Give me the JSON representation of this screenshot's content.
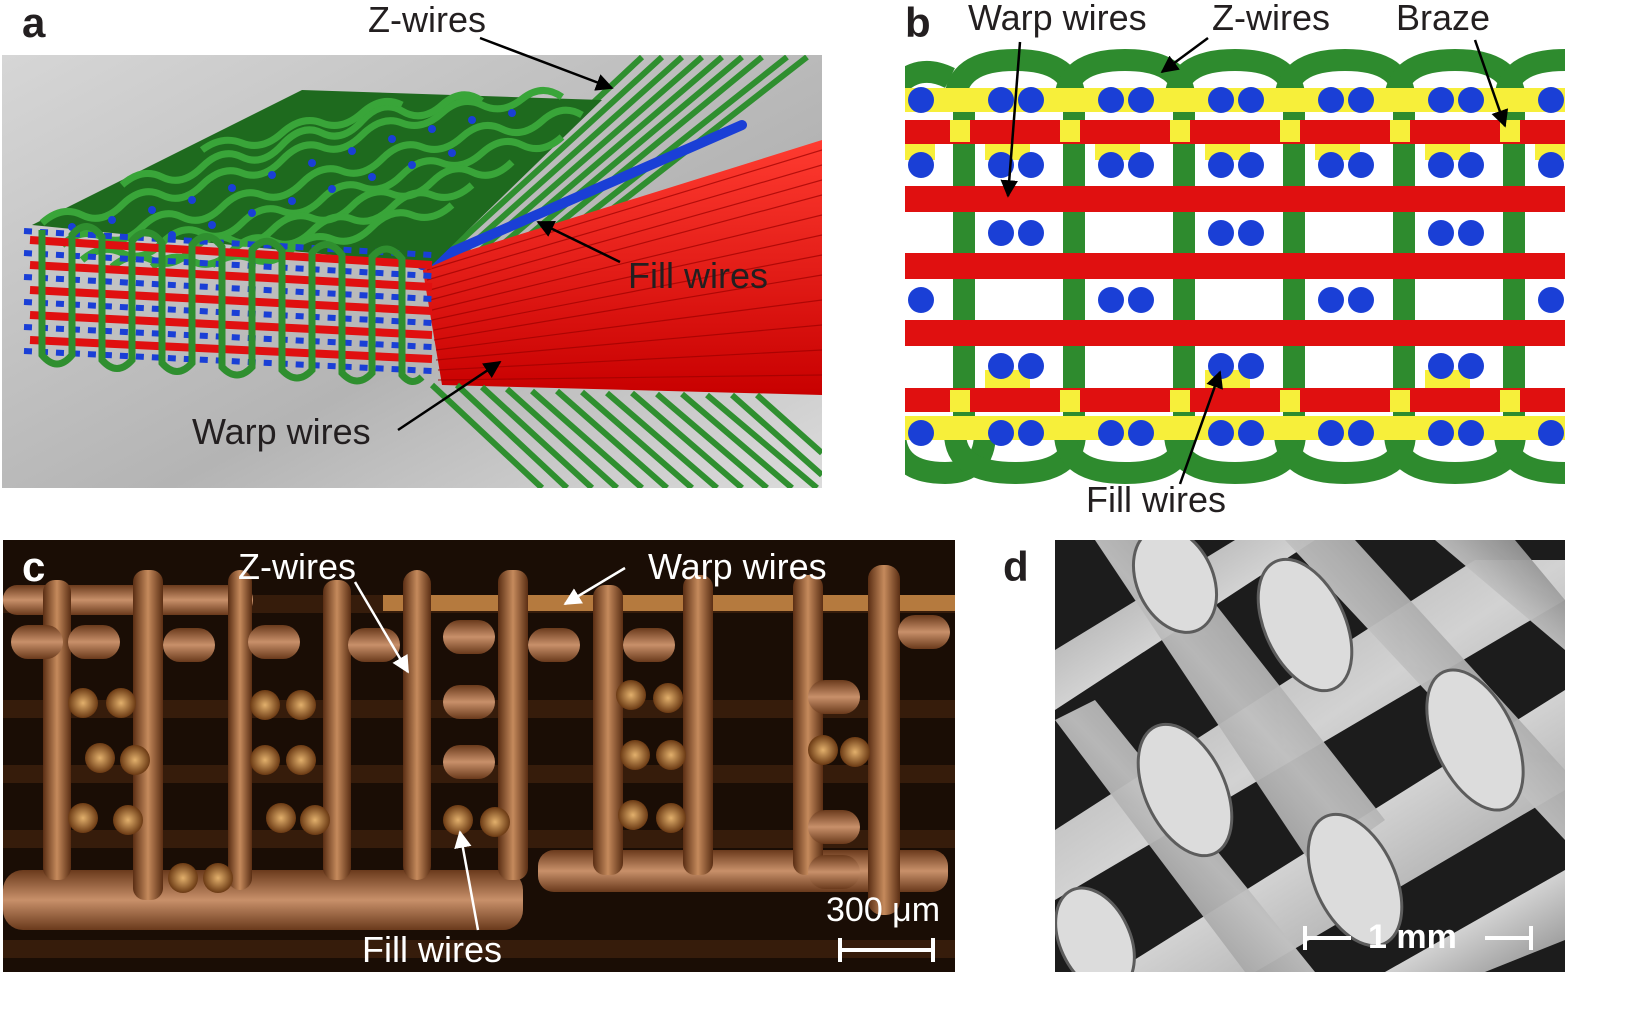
{
  "panels": {
    "a": {
      "letter": "a",
      "labels": {
        "z_wires": "Z-wires",
        "fill_wires": "Fill wires",
        "warp_wires": "Warp wires"
      },
      "colors": {
        "z_wire": "#2e8b2e",
        "warp_wire": "#e01010",
        "fill_wire": "#1a3fd6",
        "background": "#c4c4c4"
      }
    },
    "b": {
      "letter": "b",
      "labels": {
        "warp_wires": "Warp wires",
        "z_wires": "Z-wires",
        "braze": "Braze",
        "fill_wires": "Fill wires"
      },
      "colors": {
        "z_wire": "#2e8b2e",
        "warp_wire": "#e01010",
        "fill_wire": "#1a3fd6",
        "braze": "#f7ef3a"
      }
    },
    "c": {
      "letter": "c",
      "labels": {
        "z_wires": "Z-wires",
        "warp_wires": "Warp wires",
        "fill_wires": "Fill wires"
      },
      "scale_bar": "300 μm"
    },
    "d": {
      "letter": "d",
      "scale_bar": "1 mm"
    }
  }
}
